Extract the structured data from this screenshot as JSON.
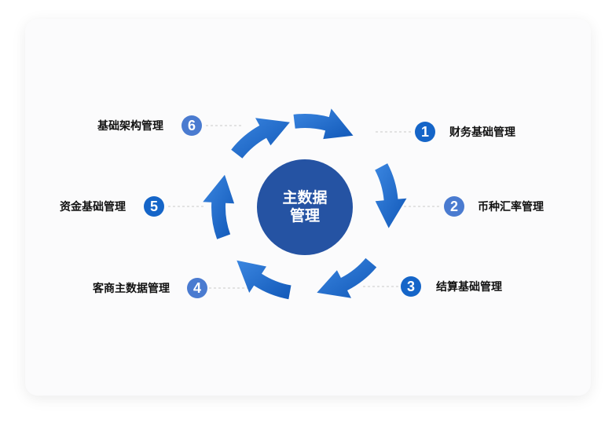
{
  "center": {
    "line1": "主数据",
    "line2": "管理"
  },
  "items": [
    {
      "number": "1",
      "label": "财务基础管理"
    },
    {
      "number": "2",
      "label": "币种汇率管理"
    },
    {
      "number": "3",
      "label": "结算基础管理"
    },
    {
      "number": "4",
      "label": "客商主数据管理"
    },
    {
      "number": "5",
      "label": "资金基础管理"
    },
    {
      "number": "6",
      "label": "基础架构管理"
    }
  ],
  "colors": {
    "center_fill": "#2553a3",
    "badge_right": "#1565c8",
    "badge_left": "#4a7bd0",
    "arrow_fill": "#1e6fd0",
    "leader_line": "#c8c8c8"
  }
}
